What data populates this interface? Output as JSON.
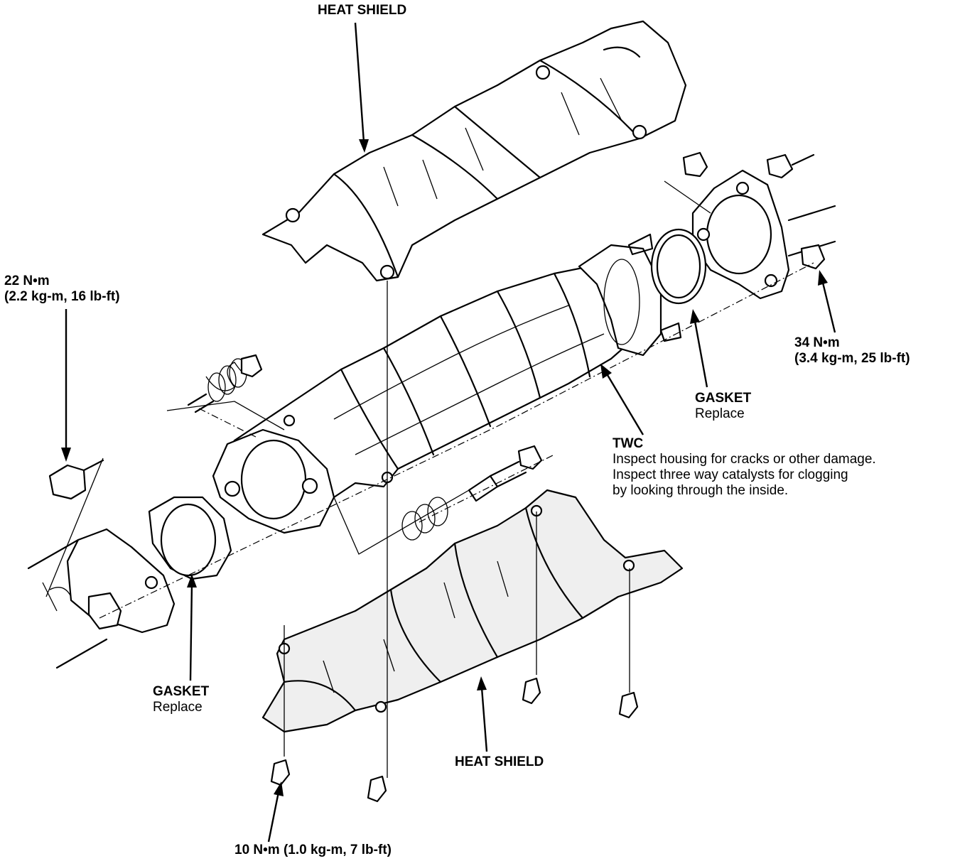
{
  "labels": {
    "heat_shield_top": "HEAT SHIELD",
    "torque_22": "22 N•m",
    "torque_22_detail": "(2.2 kg-m, 16 lb-ft)",
    "torque_34": "34 N•m",
    "torque_34_detail": "(3.4 kg-m, 25 lb-ft)",
    "gasket_right": "GASKET",
    "gasket_right_note": "Replace",
    "twc": "TWC",
    "twc_note_1": "Inspect housing for cracks or other damage.",
    "twc_note_2": "Inspect three way catalysts for clogging",
    "twc_note_3": "by looking through the inside.",
    "gasket_left": "GASKET",
    "gasket_left_note": "Replace",
    "heat_shield_bottom": "HEAT SHIELD",
    "torque_10": "10 N•m (1.0 kg-m, 7 lb-ft)"
  }
}
